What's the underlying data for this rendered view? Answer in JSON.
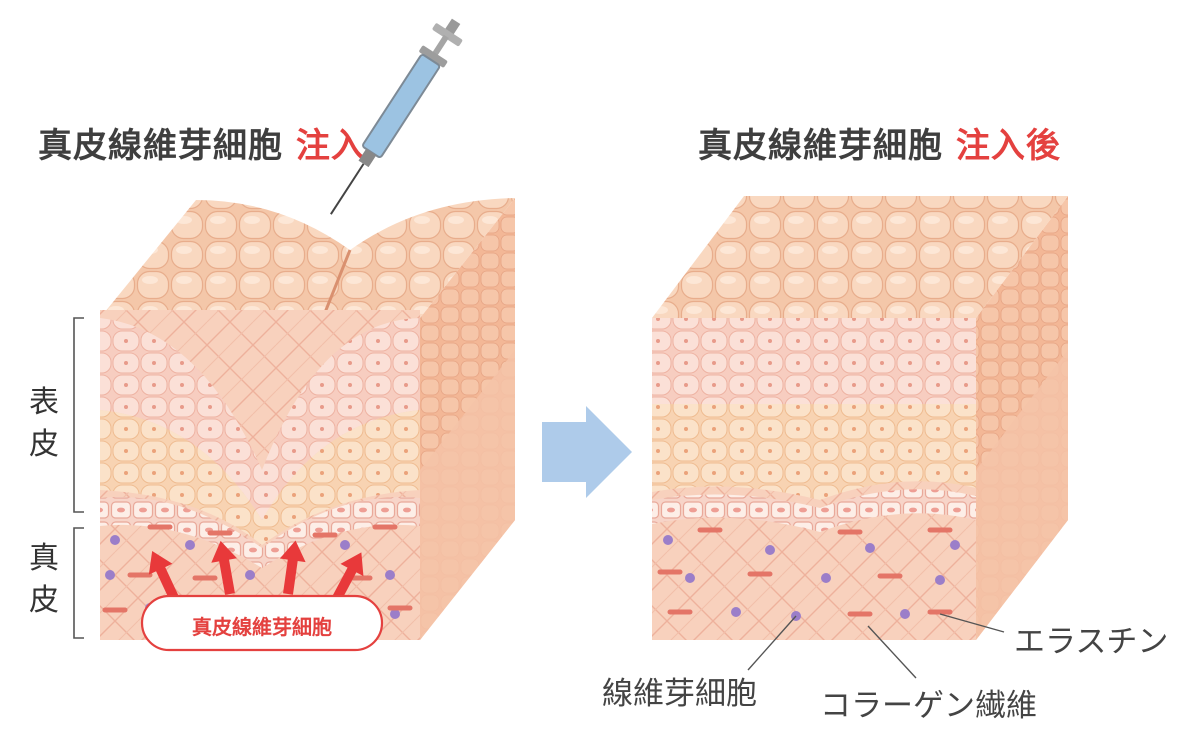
{
  "left_panel": {
    "title_main": "真皮線維芽細胞",
    "title_accent": "注入",
    "pill_label": "真皮線維芽細胞"
  },
  "right_panel": {
    "title_main": "真皮線維芽細胞",
    "title_accent": "注入後"
  },
  "layers": {
    "epidermis": "表皮",
    "dermis": "真皮"
  },
  "callouts": {
    "fibroblast": "線維芽細胞",
    "collagen": "コラーゲン繊維",
    "elastin": "エラスチン"
  },
  "colors": {
    "accent": "#e4413f",
    "arrow": "#aecbea",
    "needle_barrel": "#9cc3e2"
  }
}
